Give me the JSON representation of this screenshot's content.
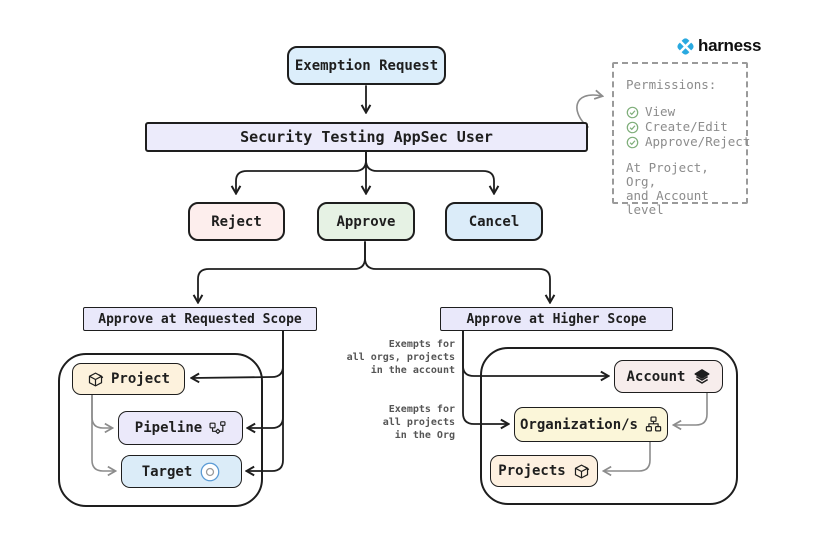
{
  "nodes": {
    "exemption": "Exemption Request",
    "appsec_user": "Security Testing AppSec User",
    "reject": "Reject",
    "approve": "Approve",
    "cancel": "Cancel",
    "scope_requested": "Approve at Requested Scope",
    "scope_higher": "Approve at Higher Scope",
    "project": "Project",
    "pipeline": "Pipeline",
    "target": "Target",
    "account": "Account",
    "organizations": "Organization/s",
    "projects": "Projects"
  },
  "annotations": {
    "account_note": "Exempts for\nall orgs, projects\nin the account",
    "org_note": "Exempts for\nall projects\nin the Org"
  },
  "permissions": {
    "title": "Permissions:",
    "items": [
      "View",
      "Create/Edit",
      "Approve/Reject"
    ],
    "footer": "At Project, Org,\nand Account level"
  },
  "logo": {
    "text": "harness"
  },
  "colors": {
    "brand_blue": "#29a9e0",
    "check_green": "#7fae7a",
    "line_dark": "#1e1e1e",
    "line_gray": "#8c8c8c",
    "fill_blue": "#dceefb",
    "fill_lavender": "#ecebfb",
    "fill_red": "#fdeeed",
    "fill_green": "#e6f2e4",
    "fill_cream": "#fdf2dd",
    "fill_yellow": "#fbf6d9",
    "fill_rose": "#f7edec"
  }
}
